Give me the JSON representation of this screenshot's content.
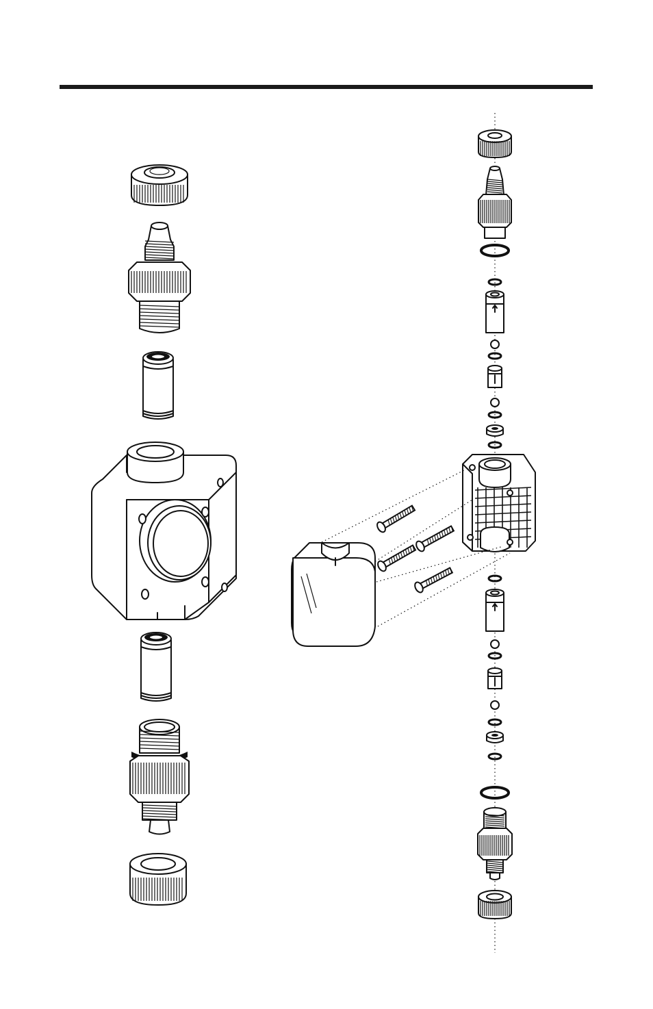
{
  "page": {
    "type": "exploded-parts-drawing",
    "background": "#ffffff",
    "ink": "#111111"
  },
  "assemblies": [
    {
      "id": "left-assembly",
      "view": "side",
      "parts": [
        "knurled-cap-top",
        "upper-fitting",
        "upper-check-valve-cartridge",
        "pump-head-body",
        "lower-check-valve-cartridge",
        "lower-fitting",
        "knurled-cap-bottom"
      ]
    },
    {
      "id": "right-assembly",
      "view": "exploded",
      "parts": [
        "small-cap-top",
        "discharge-fitting",
        "large-o-ring",
        "o-ring",
        "valve-housing",
        "check-ball",
        "ball-guide",
        "valve-seat",
        "pump-head-plate",
        "mounting-screws",
        "head-cover",
        "small-cap-bottom"
      ]
    }
  ]
}
